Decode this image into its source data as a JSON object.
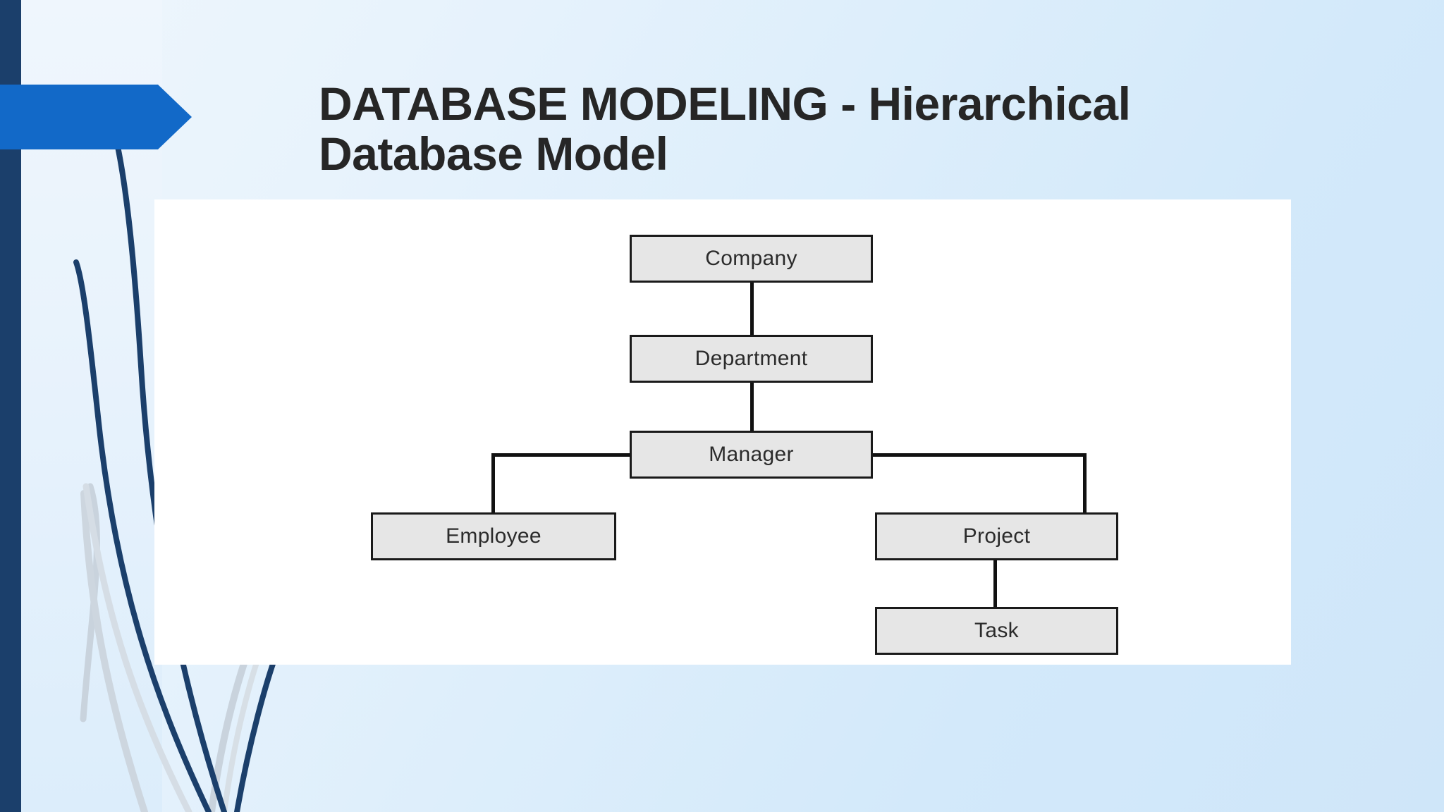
{
  "slide": {
    "title": "DATABASE MODELING - Hierarchical Database Model",
    "title_line_1": "DATABASE MODELING - Hierarchical",
    "title_line_2": "Database Model"
  },
  "theme": {
    "accent_blue": "#1269c8",
    "navy": "#1b3f6b",
    "background_light": "#d0e7fa",
    "panel_white": "#ffffff",
    "node_fill": "#e6e6e6",
    "node_border": "#1a1a1a",
    "title_color": "#262626",
    "decor_light_gray": "#c9d3dd"
  },
  "diagram": {
    "type": "hierarchy-tree",
    "nodes": [
      {
        "id": "company",
        "label": "Company"
      },
      {
        "id": "department",
        "label": "Department"
      },
      {
        "id": "manager",
        "label": "Manager"
      },
      {
        "id": "employee",
        "label": "Employee"
      },
      {
        "id": "project",
        "label": "Project"
      },
      {
        "id": "task",
        "label": "Task"
      }
    ],
    "edges": [
      {
        "from": "company",
        "to": "department"
      },
      {
        "from": "department",
        "to": "manager"
      },
      {
        "from": "manager",
        "to": "employee"
      },
      {
        "from": "manager",
        "to": "project"
      },
      {
        "from": "project",
        "to": "task"
      }
    ]
  }
}
